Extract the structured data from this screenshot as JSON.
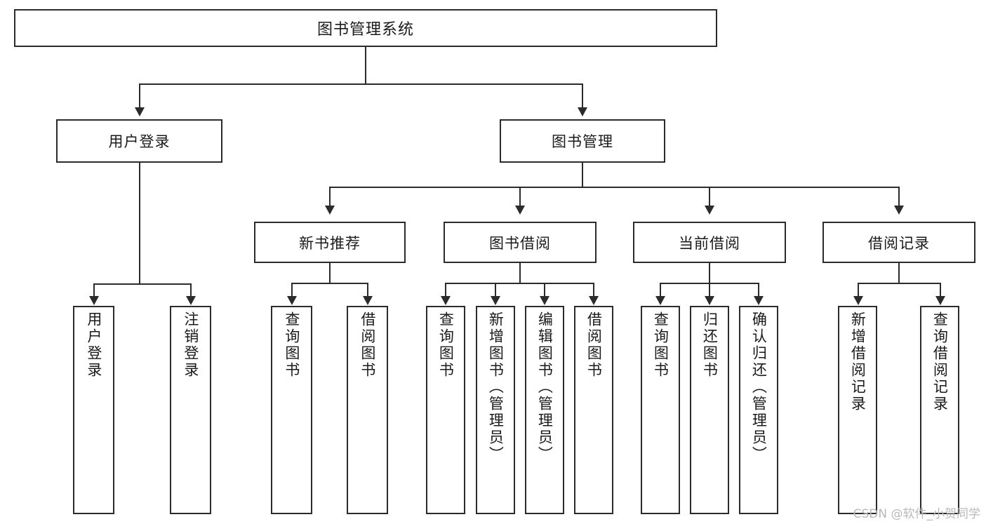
{
  "diagram": {
    "type": "tree",
    "title": "图书管理系统",
    "root": {
      "label": "图书管理系统"
    },
    "level2": [
      {
        "label": "用户登录"
      },
      {
        "label": "图书管理"
      }
    ],
    "level3": [
      {
        "label": "新书推荐"
      },
      {
        "label": "图书借阅"
      },
      {
        "label": "当前借阅"
      },
      {
        "label": "借阅记录"
      }
    ],
    "leaves": {
      "user_login": [
        {
          "label": "用户登录"
        },
        {
          "label": "注销登录"
        }
      ],
      "new_book_recommend": [
        {
          "label": "查询图书"
        },
        {
          "label": "借阅图书"
        }
      ],
      "book_borrow": [
        {
          "label": "查询图书"
        },
        {
          "label": "新增图书（管理员）"
        },
        {
          "label": "编辑图书（管理员）"
        },
        {
          "label": "借阅图书"
        }
      ],
      "current_borrow": [
        {
          "label": "查询图书"
        },
        {
          "label": "归还图书"
        },
        {
          "label": "确认归还（管理员）"
        }
      ],
      "borrow_record": [
        {
          "label": "新增借阅记录"
        },
        {
          "label": "查询借阅记录"
        }
      ]
    }
  },
  "watermark": {
    "text": "CSDN @软件_小贺同学"
  },
  "colors": {
    "border": "#2b2b2b",
    "background": "#ffffff",
    "text": "#1a1a1a",
    "watermark": "#b9b9b9"
  }
}
